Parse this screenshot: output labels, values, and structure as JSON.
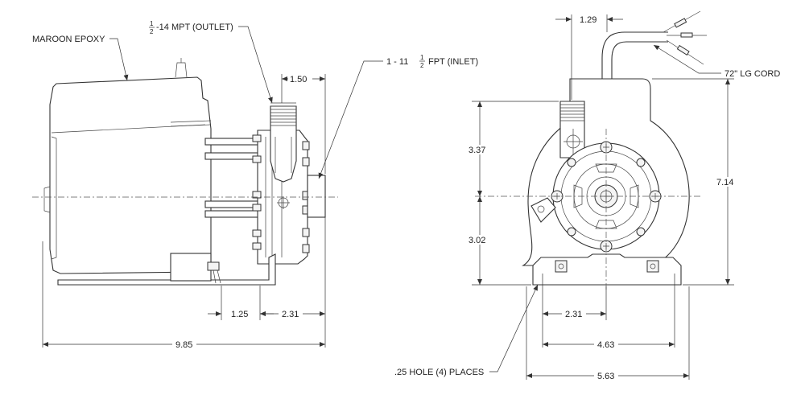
{
  "labels": {
    "maroon_epoxy": "MAROON EPOXY",
    "outlet": "-14 MPT (OUTLET)",
    "outlet_frac_num": "1",
    "outlet_frac_den": "2",
    "inlet": "1 - 11",
    "inlet_suffix": "FPT (INLET)",
    "inlet_frac_num": "1",
    "inlet_frac_den": "2",
    "cord": "72\" LG CORD",
    "hole": ".25 HOLE (4) PLACES"
  },
  "side_dims": {
    "inlet_offset": "1.50",
    "base_hole": "1.25",
    "base_front": "2.31",
    "overall_length": "9.85"
  },
  "front_dims": {
    "cord_offset": "1.29",
    "upper_height": "3.37",
    "lower_height": "3.02",
    "total_height": "7.14",
    "hole_center": "2.31",
    "hole_spacing": "4.63",
    "base_width": "5.63"
  }
}
